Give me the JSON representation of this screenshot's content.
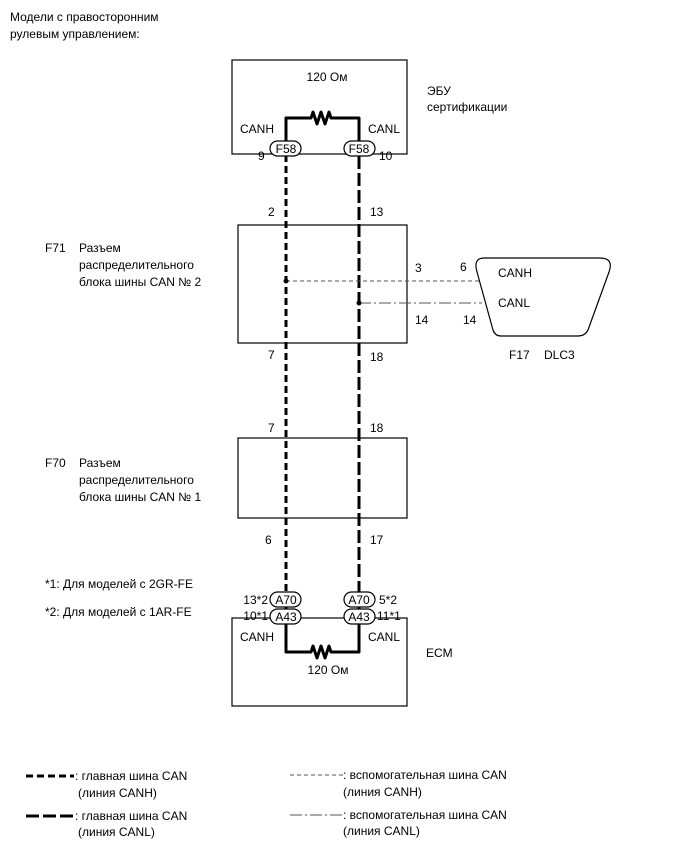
{
  "header": {
    "line1": "Модели с правосторонним",
    "line2": "рулевым управлением:"
  },
  "ecu_cert": {
    "resistance": "120 Ом",
    "name_line1": "ЭБУ",
    "name_line2": "сертификации",
    "canh": "CANH",
    "canl": "CANL",
    "conn_left": "F58",
    "conn_right": "F58",
    "pin_left": "9",
    "pin_right": "10"
  },
  "f71": {
    "code": "F71",
    "line1": "Разъем",
    "line2": "распределительного",
    "line3": "блока шины CAN № 2",
    "pin_top_left": "2",
    "pin_top_right": "13",
    "pin_bottom_left": "7",
    "pin_bottom_right": "18",
    "pin_canh_out": "3",
    "pin_canl_out": "14"
  },
  "dlc3": {
    "canh": "CANH",
    "canl": "CANL",
    "pin_canh": "6",
    "pin_canl": "14",
    "code": "F17",
    "name": "DLC3"
  },
  "f70": {
    "code": "F70",
    "line1": "Разъем",
    "line2": "распределительного",
    "line3": "блока шины CAN № 1",
    "pin_top_left": "7",
    "pin_top_right": "18",
    "pin_bottom_left": "6",
    "pin_bottom_right": "17"
  },
  "notes": {
    "note1": "*1: Для моделей с 2GR-FE",
    "note2": "*2: Для моделей с 1AR-FE"
  },
  "ecm": {
    "conn_top_left": "A70",
    "conn_top_right": "A70",
    "conn_bottom_left": "A43",
    "conn_bottom_right": "A43",
    "pin_top_left": "13*2",
    "pin_top_right": "5*2",
    "pin_bottom_left": "10*1",
    "pin_bottom_right": "11*1",
    "canh": "CANH",
    "canl": "CANL",
    "resistance": "120 Ом",
    "name": "ECM"
  },
  "legend": {
    "main_canh_label": ": главная шина CAN",
    "main_canh_sub": "(линия CANH)",
    "main_canl_label": ": главная шина CAN",
    "main_canl_sub": "(линия CANL)",
    "sub_canh_label": ": вспомогательная шина CAN",
    "sub_canh_sub": "(линия CANH)",
    "sub_canl_label": ": вспомогательная шина CAN",
    "sub_canl_sub": "(линия CANL)"
  }
}
